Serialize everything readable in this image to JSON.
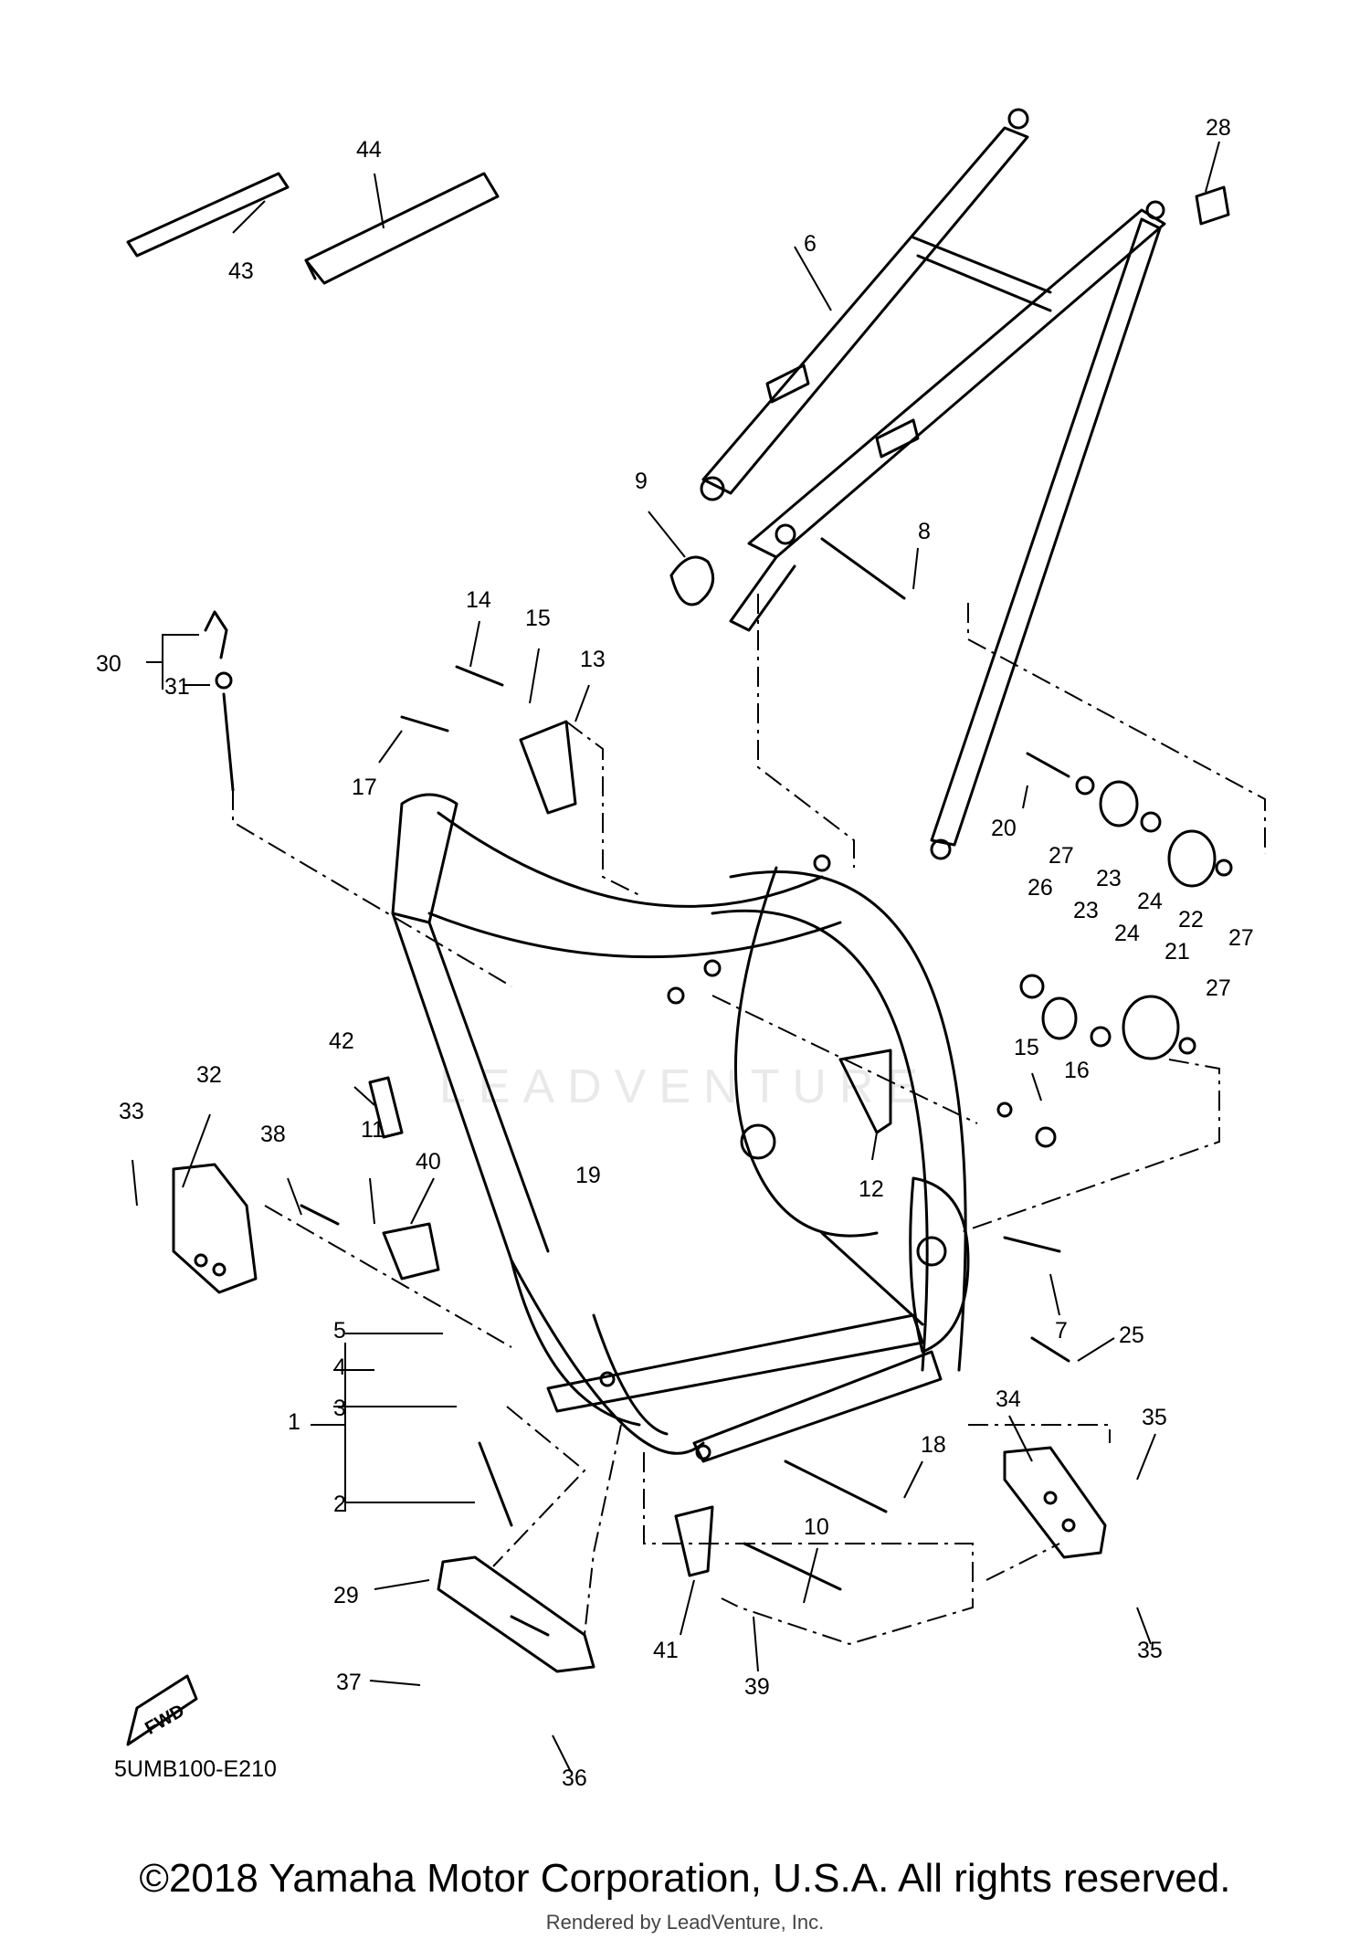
{
  "diagram": {
    "code": "5UMB100-E210",
    "fwd_label": "FWD",
    "labels": [
      {
        "id": "1",
        "text": "1"
      },
      {
        "id": "2",
        "text": "2"
      },
      {
        "id": "3",
        "text": "3"
      },
      {
        "id": "4",
        "text": "4"
      },
      {
        "id": "5",
        "text": "5"
      },
      {
        "id": "6",
        "text": "6"
      },
      {
        "id": "7",
        "text": "7"
      },
      {
        "id": "8",
        "text": "8"
      },
      {
        "id": "9",
        "text": "9"
      },
      {
        "id": "10",
        "text": "10"
      },
      {
        "id": "11",
        "text": "11"
      },
      {
        "id": "12",
        "text": "12"
      },
      {
        "id": "13",
        "text": "13"
      },
      {
        "id": "14",
        "text": "14"
      },
      {
        "id": "15a",
        "text": "15"
      },
      {
        "id": "15b",
        "text": "15"
      },
      {
        "id": "16",
        "text": "16"
      },
      {
        "id": "17",
        "text": "17"
      },
      {
        "id": "18",
        "text": "18"
      },
      {
        "id": "19",
        "text": "19"
      },
      {
        "id": "20",
        "text": "20"
      },
      {
        "id": "21",
        "text": "21"
      },
      {
        "id": "22",
        "text": "22"
      },
      {
        "id": "23a",
        "text": "23"
      },
      {
        "id": "23b",
        "text": "23"
      },
      {
        "id": "24a",
        "text": "24"
      },
      {
        "id": "24b",
        "text": "24"
      },
      {
        "id": "25",
        "text": "25"
      },
      {
        "id": "26",
        "text": "26"
      },
      {
        "id": "27a",
        "text": "27"
      },
      {
        "id": "27b",
        "text": "27"
      },
      {
        "id": "27c",
        "text": "27"
      },
      {
        "id": "28",
        "text": "28"
      },
      {
        "id": "29",
        "text": "29"
      },
      {
        "id": "30",
        "text": "30"
      },
      {
        "id": "31",
        "text": "31"
      },
      {
        "id": "32",
        "text": "32"
      },
      {
        "id": "33",
        "text": "33"
      },
      {
        "id": "34",
        "text": "34"
      },
      {
        "id": "35a",
        "text": "35"
      },
      {
        "id": "35b",
        "text": "35"
      },
      {
        "id": "36",
        "text": "36"
      },
      {
        "id": "37",
        "text": "37"
      },
      {
        "id": "38",
        "text": "38"
      },
      {
        "id": "39",
        "text": "39"
      },
      {
        "id": "40",
        "text": "40"
      },
      {
        "id": "41",
        "text": "41"
      },
      {
        "id": "42",
        "text": "42"
      },
      {
        "id": "43",
        "text": "43"
      },
      {
        "id": "44",
        "text": "44"
      }
    ]
  },
  "watermark": "LEADVENTURE",
  "footer": {
    "copyright": "©2018 Yamaha Motor Corporation, U.S.A. All rights reserved.",
    "rendered_by": "Rendered by LeadVenture, Inc."
  }
}
